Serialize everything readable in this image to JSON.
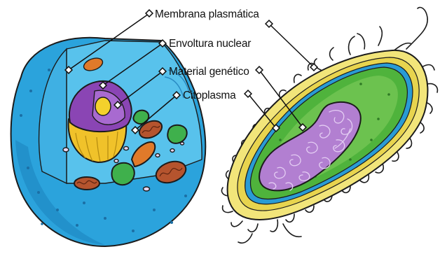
{
  "labels": {
    "plasma_membrane": "Membrana plasmática",
    "nuclear_envelope": "Envoltura nuclear",
    "genetic_material": "Material genético",
    "cytoplasm": "Citoplasma"
  },
  "colors": {
    "animal_cell_body": "#2ba3dc",
    "animal_cell_cut": "#58c2ec",
    "nucleus_envelope": "#8a45b4",
    "nucleolus": "#f4d12c",
    "golgi": "#f0c22a",
    "mitochondria": "#b5542e",
    "organelle_green": "#3fb04c",
    "bacterium_wall": "#f2e57a",
    "bacterium_cytoplasm": "#4fb33c",
    "bacterium_dna": "#b27fd1"
  }
}
